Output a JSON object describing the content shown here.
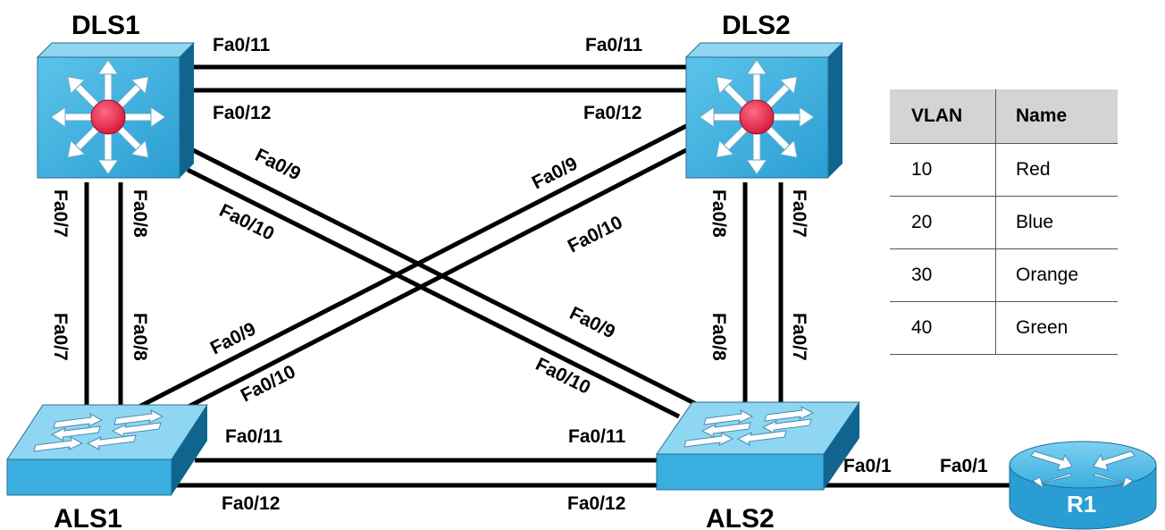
{
  "devices": {
    "dls1": "DLS1",
    "dls2": "DLS2",
    "als1": "ALS1",
    "als2": "ALS2",
    "r1": "R1"
  },
  "ports": {
    "dls1_fa011": "Fa0/11",
    "dls1_fa012": "Fa0/12",
    "dls1_fa09": "Fa0/9",
    "dls1_fa010": "Fa0/10",
    "dls1_fa07": "Fa0/7",
    "dls1_fa08": "Fa0/8",
    "dls2_fa011": "Fa0/11",
    "dls2_fa012": "Fa0/12",
    "dls2_fa09": "Fa0/9",
    "dls2_fa010": "Fa0/10",
    "dls2_fa08": "Fa0/8",
    "dls2_fa07": "Fa0/7",
    "als1_fa07": "Fa0/7",
    "als1_fa08": "Fa0/8",
    "als1_fa09": "Fa0/9",
    "als1_fa010": "Fa0/10",
    "als1_fa011": "Fa0/11",
    "als1_fa012": "Fa0/12",
    "als2_fa09": "Fa0/9",
    "als2_fa010": "Fa0/10",
    "als2_fa08": "Fa0/8",
    "als2_fa07": "Fa0/7",
    "als2_fa011": "Fa0/11",
    "als2_fa012": "Fa0/12",
    "als2_fa01": "Fa0/1",
    "r1_fa01": "Fa0/1"
  },
  "vlan_table": {
    "headers": [
      "VLAN",
      "Name"
    ],
    "rows": [
      [
        "10",
        "Red"
      ],
      [
        "20",
        "Blue"
      ],
      [
        "30",
        "Orange"
      ],
      [
        "40",
        "Green"
      ]
    ]
  },
  "colors": {
    "device_blue": "#3aaee0",
    "device_dark": "#10658f",
    "switch_top": "#8fd6f2",
    "center_red": "#e8264a"
  }
}
